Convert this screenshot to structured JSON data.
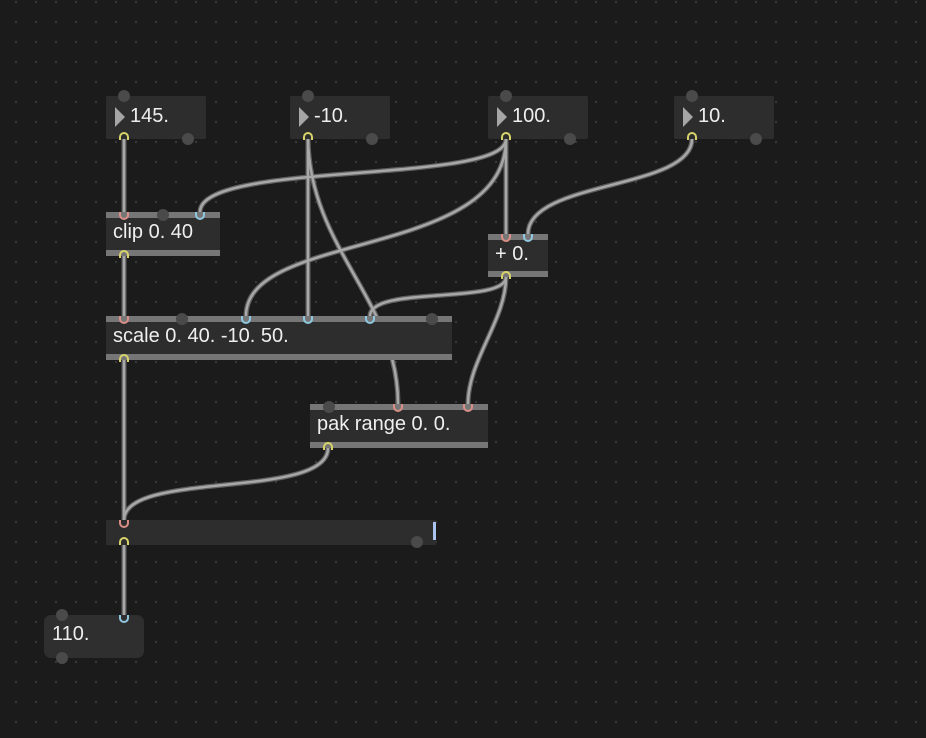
{
  "patch": {
    "number_boxes": [
      {
        "id": "num-145",
        "value": "145."
      },
      {
        "id": "num-neg10",
        "value": "-10."
      },
      {
        "id": "num-100",
        "value": "100."
      },
      {
        "id": "num-10",
        "value": "10."
      }
    ],
    "objects": {
      "clip": "clip 0. 40",
      "plus": "+ 0.",
      "scale": "scale 0. 40. -10. 50.",
      "pak": "pak range 0. 0."
    },
    "message_output": "110.",
    "colors": {
      "background": "#1b1b1c",
      "box": "#2d2d2e",
      "object_border": "#767677",
      "cable": "#9a9a9a",
      "outlet": "#d7d36a",
      "hot_inlet": "#d98f86",
      "cold_inlet": "#8fc8de",
      "slider_knob": "#a9c4ef"
    }
  }
}
